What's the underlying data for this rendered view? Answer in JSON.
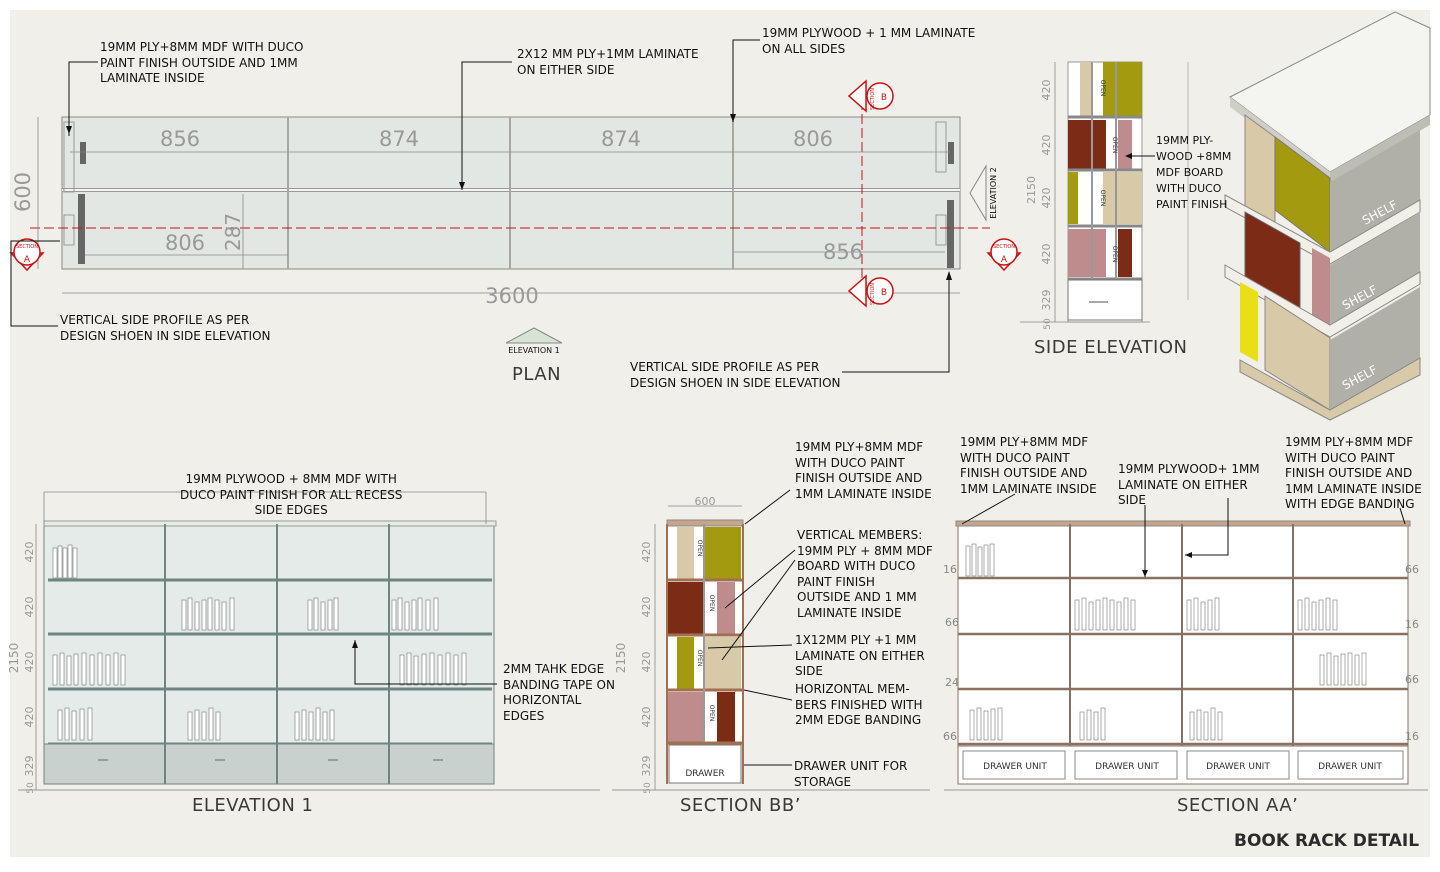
{
  "sheet_title": "BOOK RACK DETAIL",
  "views": {
    "plan": "PLAN",
    "elevation1": "ELEVATION 1",
    "section_bb": "SECTION BB’",
    "section_aa": "SECTION AA’",
    "side_elevation": "SIDE ELEVATION"
  },
  "plan": {
    "dims_top": [
      "856",
      "874",
      "874",
      "806"
    ],
    "dim_bottom_left": "806",
    "dim_bottom_right": "856",
    "dim_depth": "287",
    "dim_width": "600",
    "dim_overall": "3600",
    "marker_elev1": "ELEVATION 1",
    "marker_elev2": "ELEVATION 2",
    "section_word": "SECTION",
    "section_a": "A",
    "section_b": "B"
  },
  "notes": {
    "plan_n1": "19MM PLY+8MM MDF WITH DUCO\nPAINT FINISH OUTSIDE AND 1MM\nLAMINATE INSIDE",
    "plan_n2": "2X12  MM PLY+1MM LAMINATE\nON EITHER SIDE",
    "plan_n3": "19MM PLYWOOD + 1 MM LAMINATE\nON ALL SIDES",
    "plan_n4": "VERTICAL SIDE PROFILE AS PER\nDESIGN SHOEN IN SIDE ELEVATION",
    "plan_n5": "VERTICAL SIDE PROFILE AS PER\nDESIGN SHOEN IN SIDE ELEVATION",
    "side_n1": "19MM PLY-\nWOOD +8MM\nMDF BOARD\nWITH DUCO\nPAINT FINISH",
    "elev_n1": "19MM PLYWOOD + 8MM MDF WITH\nDUCO PAINT FINISH FOR ALL RECESS\nSIDE EDGES",
    "elev_n2": "2MM TAHK EDGE\nBANDING TAPE ON\nHORIZONTAL\nEDGES",
    "bb_n1": "19MM PLY+8MM MDF\nWITH DUCO PAINT\nFINISH OUTSIDE AND\n1MM LAMINATE INSIDE",
    "bb_n2": "VERTICAL MEMBERS:\n19MM PLY + 8MM MDF\nBOARD WITH DUCO\nPAINT FINISH\nOUTSIDE AND 1 MM\nLAMINATE INSIDE",
    "bb_n3": "1X12MM PLY +1 MM\nLAMINATE ON EITHER\nSIDE",
    "bb_n4": "HORIZONTAL MEM-\nBERS FINISHED WITH\n2MM EDGE BANDING",
    "bb_n5": "DRAWER UNIT FOR\nSTORAGE",
    "aa_n1": "19MM PLY+8MM MDF\nWITH DUCO PAINT\nFINISH OUTSIDE AND\n1MM LAMINATE INSIDE",
    "aa_n2": "19MM PLYWOOD+ 1MM\nLAMINATE ON EITHER\nSIDE",
    "aa_n3": "19MM PLY+8MM MDF\nWITH DUCO PAINT\nFINISH OUTSIDE AND\n1MM LAMINATE INSIDE\nWITH EDGE BANDING"
  },
  "heights": [
    "420",
    "420",
    "420",
    "420",
    "329",
    "50"
  ],
  "dim_overall_height": "2150",
  "bb_dim_width": "600",
  "open_label": "OPEN",
  "drawer_label": "DRAWER",
  "drawer_unit_label": "DRAWER UNIT",
  "shelf_label": "SHELF",
  "aa_side_dims_left": [
    "16",
    "66",
    "24",
    "66"
  ],
  "aa_side_dims_right": [
    "66",
    "16",
    "66",
    "16"
  ],
  "colors": {
    "olive": "#a39a10",
    "brown": "#7b2b16",
    "pink": "#bf8c8d",
    "beige": "#d8c9a8",
    "panel_grey": "#c9d1ce",
    "section_red": "#cc1111"
  }
}
